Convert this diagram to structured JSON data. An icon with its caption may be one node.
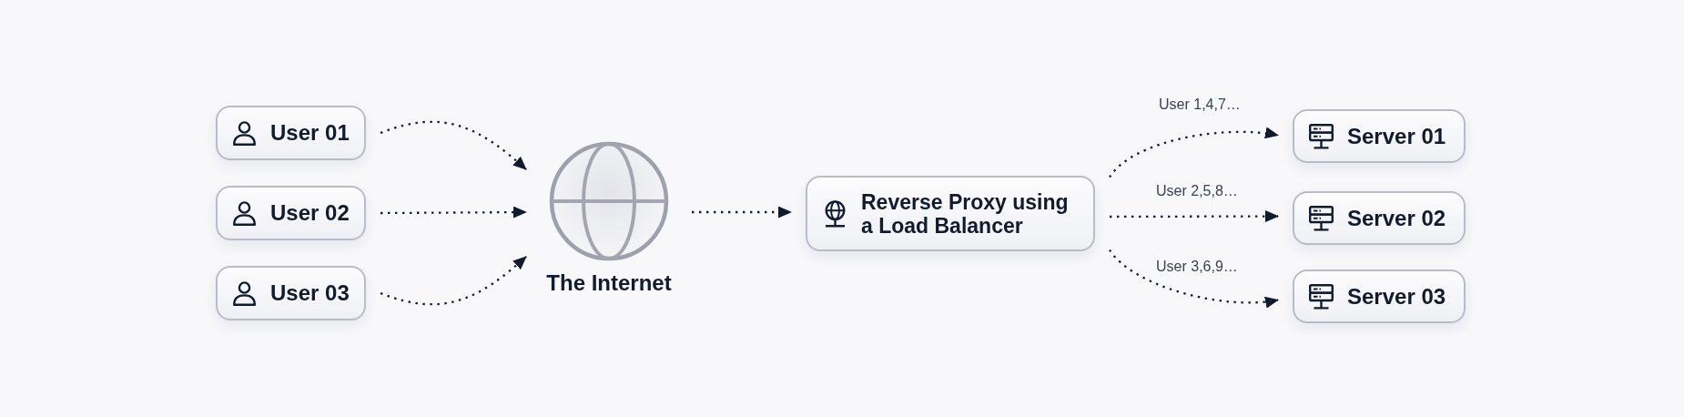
{
  "diagram": {
    "nodes": [
      {
        "text": [
          "User 01"
        ]
      },
      {
        "text": [
          "User 02"
        ]
      },
      {
        "text": [
          "User 03"
        ]
      },
      {
        "text": [
          "The Internet"
        ]
      },
      {
        "text": [
          "Reverse Proxy using a Load Balancer"
        ]
      },
      {
        "text": [
          "Server 01"
        ]
      },
      {
        "text": [
          "Server 02"
        ]
      },
      {
        "text": [
          "Server 03"
        ]
      }
    ],
    "edges": [
      {
        "from": 0,
        "to": 3,
        "arrow": "to",
        "style": "dashed"
      },
      {
        "from": 1,
        "to": 3,
        "arrow": "to",
        "style": "dashed"
      },
      {
        "from": 2,
        "to": 3,
        "arrow": "to",
        "style": "dashed"
      },
      {
        "from": 3,
        "to": 4,
        "arrow": "to",
        "style": "dashed"
      },
      {
        "from": 4,
        "to": 5,
        "label": "User 1,4,7…",
        "arrow": "to",
        "style": "dashed"
      },
      {
        "from": 4,
        "to": 6,
        "label": "User 2,5,8…",
        "arrow": "to",
        "style": "dashed"
      },
      {
        "from": 4,
        "to": 7,
        "label": "User 3,6,9…",
        "arrow": "to",
        "style": "dashed"
      }
    ]
  }
}
